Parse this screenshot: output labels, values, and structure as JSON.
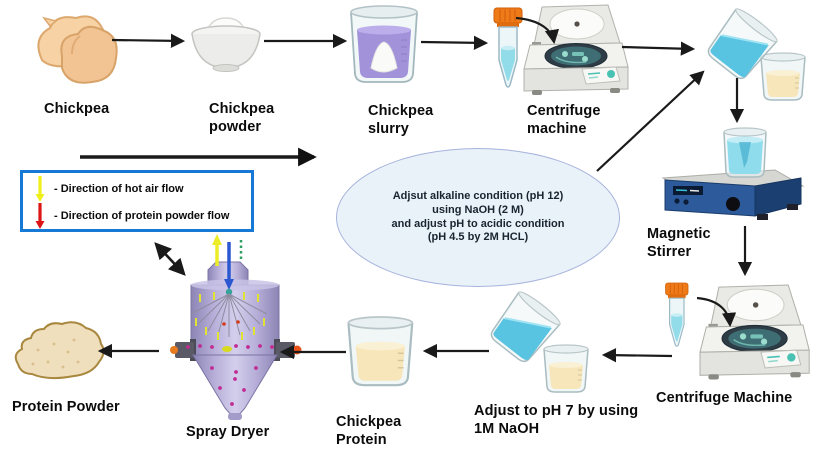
{
  "labels": {
    "chickpea": "Chickpea",
    "chickpea_powder": "Chickpea powder",
    "chickpea_slurry": "Chickpea slurry",
    "centrifuge_machine_top": "Centrifuge machine",
    "magnetic_stirrer": "Magnetic Stirrer",
    "centrifuge_machine_bottom": "Centrifuge Machine",
    "adjust_ph": "Adjust to pH 7 by using 1M NaOH",
    "chickpea_protein": "Chickpea Protein",
    "spray_dryer": "Spray Dryer",
    "protein_powder": "Protein Powder"
  },
  "process_note": {
    "lines": [
      "Adjsut alkaline condition (pH 12)",
      "using NaOH (2 M)",
      "and adjust pH to acidic condition",
      "(pH 4.5 by 2M HCL)"
    ]
  },
  "legend": {
    "border_color": "#1779d6",
    "items": [
      {
        "icon": "down-arrow",
        "arrow_color": "#f0ee18",
        "label": "- Direction of hot air flow"
      },
      {
        "icon": "down-arrow",
        "arrow_color": "#dd1414",
        "label": "- Direction of protein powder flow"
      }
    ]
  },
  "colors": {
    "flow_arrow": "#1a1a1a",
    "ellipse_fill": "#e9f1f9",
    "ellipse_border": "#a6b3dc",
    "slurry_liquid": "#a292da",
    "protein_liquid": "#f6e6ba",
    "water_liquid": "#58c4e2",
    "spray_dryer_body": "#b6aed8",
    "tube_cap": "#ef7a18",
    "stirrer_body": "#2c5a9a",
    "powder_pile": "#f0dfbd"
  }
}
